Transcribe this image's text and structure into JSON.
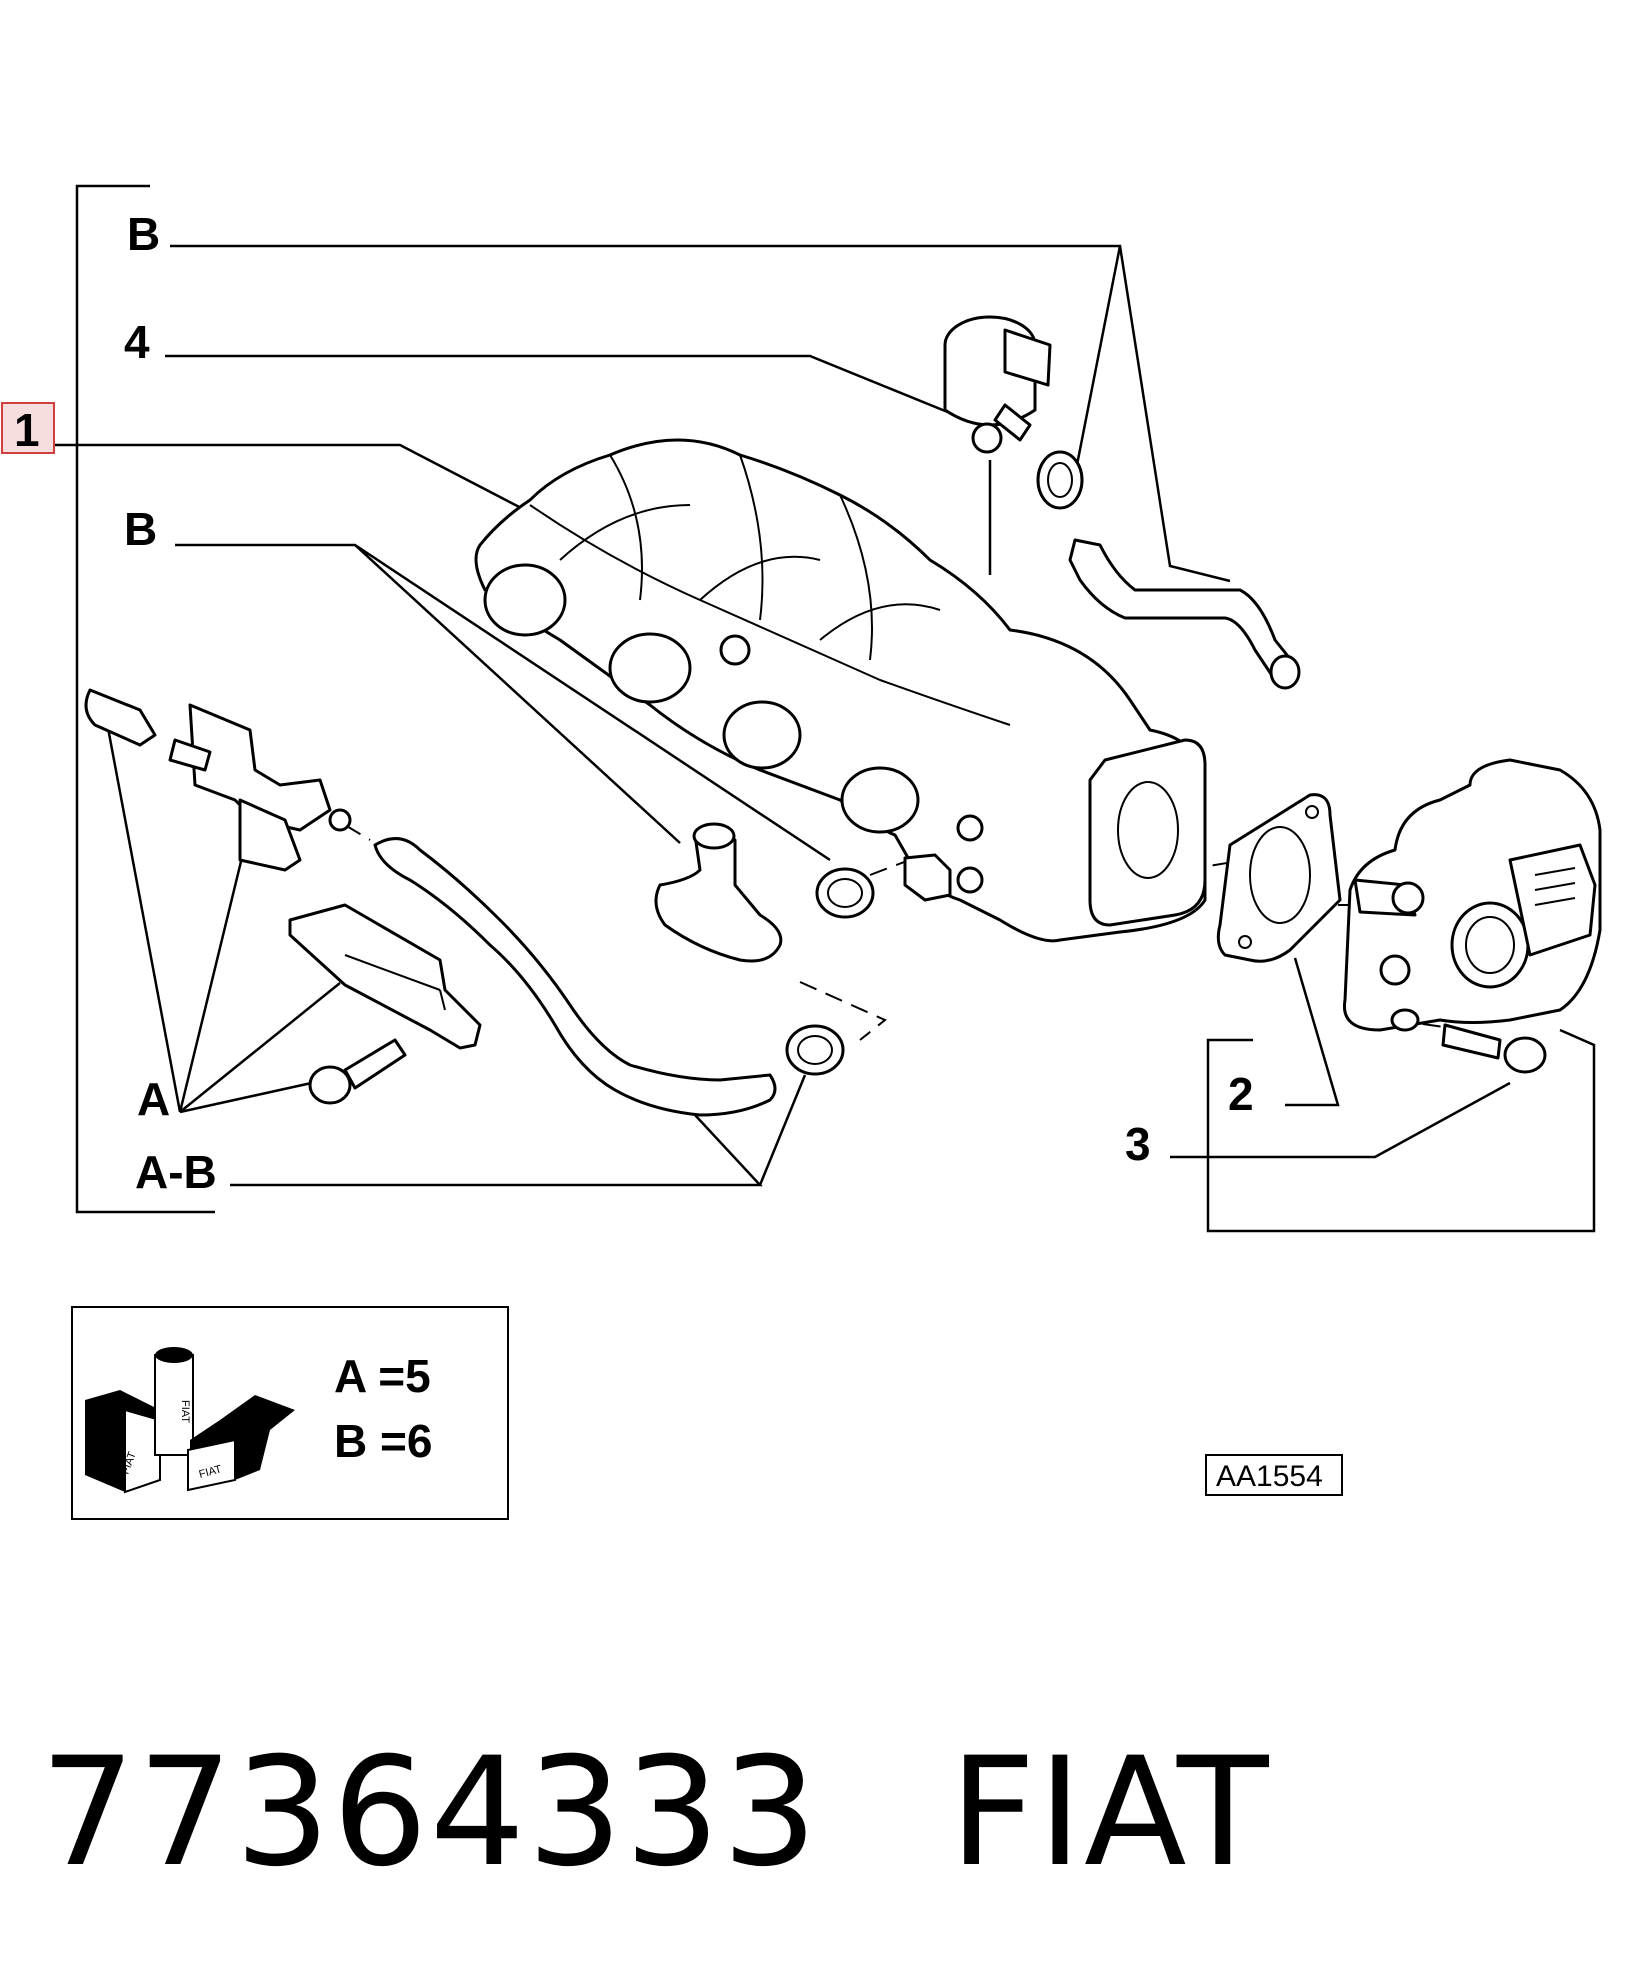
{
  "callouts": {
    "b_top": "B",
    "four": "4",
    "one": "1",
    "b_mid": "B",
    "a": "A",
    "ab": "A-B",
    "two": "2",
    "three": "3"
  },
  "legend": {
    "a_text": "A =5",
    "b_text": "B =6",
    "logo_text": "FIAT"
  },
  "drawing_code": "AA1554",
  "footer": {
    "part_number": "77364333",
    "brand": "FIAT"
  },
  "colors": {
    "highlight_fill": "#f7dede",
    "highlight_border": "#d04040"
  }
}
